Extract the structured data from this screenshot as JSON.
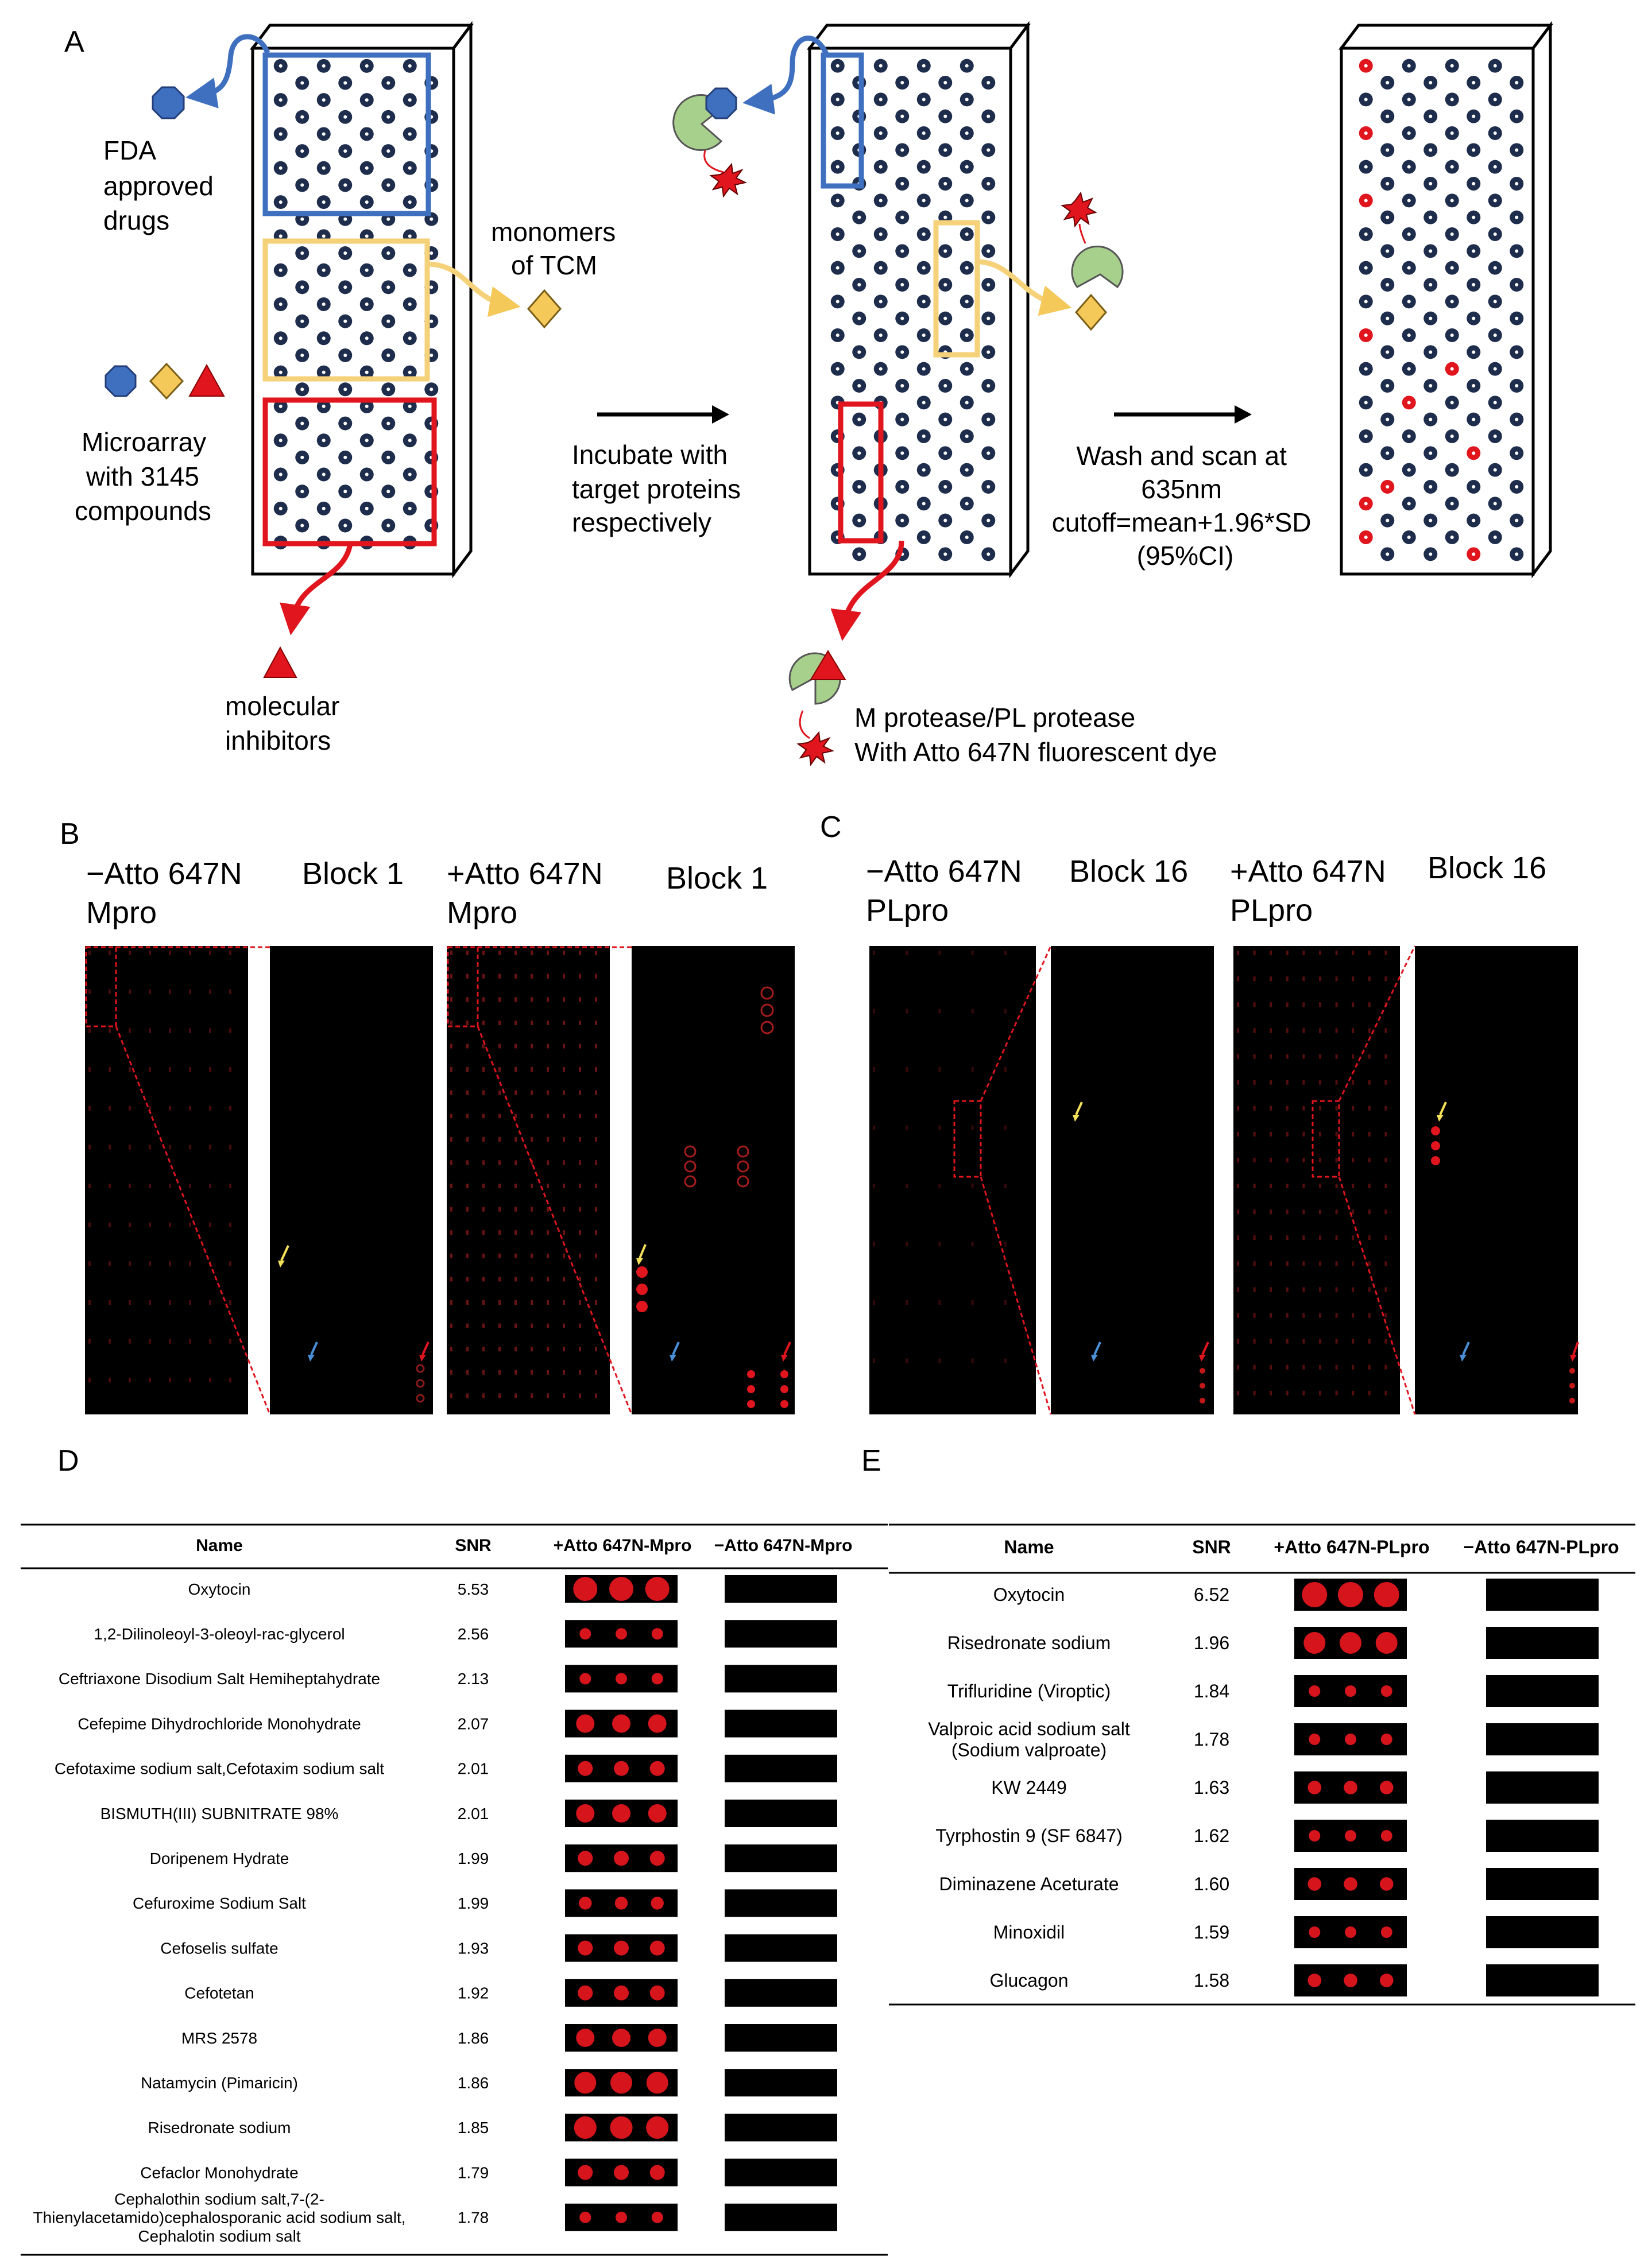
{
  "panel_a": {
    "letter": "A",
    "fda_label": [
      "FDA",
      "approved",
      "drugs"
    ],
    "tcm_label": [
      "monomers",
      "of TCM"
    ],
    "microarray_label": [
      "Microarray",
      "with 3145",
      "compounds"
    ],
    "inhibitor_label": [
      "molecular",
      "inhibitors"
    ],
    "incubate_label": [
      "Incubate with",
      "target proteins",
      "respectively"
    ],
    "wash_label": [
      "Wash and scan at",
      "635nm",
      "cutoff=mean+1.96*SD",
      "(95%CI)"
    ],
    "protease_label": [
      "M protease/PL protease",
      "With Atto 647N fluorescent dye"
    ]
  },
  "panel_b": {
    "letter": "B",
    "neg_label": [
      "−Atto 647N",
      "Mpro"
    ],
    "neg_block": "Block 1",
    "pos_label": [
      "+Atto 647N",
      "Mpro"
    ],
    "pos_block": "Block 1"
  },
  "panel_c": {
    "letter": "C",
    "neg_label": [
      "−Atto 647N",
      "PLpro"
    ],
    "neg_block": "Block 16",
    "pos_label": [
      "+Atto 647N",
      "PLpro"
    ],
    "pos_block": "Block 16"
  },
  "panel_d": {
    "letter": "D",
    "headers": [
      "Name",
      "SNR",
      "+Atto 647N-Mpro",
      "−Atto 647N-Mpro"
    ],
    "rows": [
      {
        "name": [
          "Oxytocin"
        ],
        "snr": "5.53",
        "spot": 3
      },
      {
        "name": [
          "1,2-Dilinoleoyl-3-oleoyl-rac-glycerol"
        ],
        "snr": "2.56",
        "spot": 1
      },
      {
        "name": [
          "Ceftriaxone Disodium Salt Hemiheptahydrate"
        ],
        "snr": "2.13",
        "spot": 1
      },
      {
        "name": [
          "Cefepime Dihydrochloride Monohydrate"
        ],
        "snr": "2.07",
        "spot": 2
      },
      {
        "name": [
          "Cefotaxime sodium salt,Cefotaxim sodium salt"
        ],
        "snr": "2.01",
        "spot": 1.5
      },
      {
        "name": [
          "BISMUTH(III) SUBNITRATE  98%"
        ],
        "snr": "2.01",
        "spot": 2
      },
      {
        "name": [
          "Doripenem Hydrate"
        ],
        "snr": "1.99",
        "spot": 1.5
      },
      {
        "name": [
          "Cefuroxime Sodium Salt"
        ],
        "snr": "1.99",
        "spot": 1.2
      },
      {
        "name": [
          "Cefoselis sulfate"
        ],
        "snr": "1.93",
        "spot": 1.5
      },
      {
        "name": [
          "Cefotetan"
        ],
        "snr": "1.92",
        "spot": 1.5
      },
      {
        "name": [
          "MRS 2578"
        ],
        "snr": "1.86",
        "spot": 2
      },
      {
        "name": [
          "Natamycin (Pimaricin)"
        ],
        "snr": "1.86",
        "spot": 2.5
      },
      {
        "name": [
          "Risedronate sodium"
        ],
        "snr": "1.85",
        "spot": 2.6
      },
      {
        "name": [
          "Cefaclor Monohydrate"
        ],
        "snr": "1.79",
        "spot": 1.5
      },
      {
        "name": [
          "Cephalothin sodium salt,7-(2-",
          "Thienylacetamido)cephalosporanic acid sodium salt,",
          "Cephalotin sodium salt"
        ],
        "snr": "1.78",
        "spot": 1
      }
    ]
  },
  "panel_e": {
    "letter": "E",
    "headers": [
      "Name",
      "SNR",
      "+Atto 647N-PLpro",
      "−Atto 647N-PLpro"
    ],
    "rows": [
      {
        "name": [
          "Oxytocin"
        ],
        "snr": "6.52",
        "spot": 3
      },
      {
        "name": [
          "Risedronate sodium"
        ],
        "snr": "1.96",
        "spot": 2.5
      },
      {
        "name": [
          "Trifluridine (Viroptic)"
        ],
        "snr": "1.84",
        "spot": 1
      },
      {
        "name": [
          "Valproic acid sodium salt",
          "(Sodium valproate)"
        ],
        "snr": "1.78",
        "spot": 1
      },
      {
        "name": [
          "KW 2449"
        ],
        "snr": "1.63",
        "spot": 1.3
      },
      {
        "name": [
          "Tyrphostin 9 (SF 6847)"
        ],
        "snr": "1.62",
        "spot": 1
      },
      {
        "name": [
          "Diminazene Aceturate"
        ],
        "snr": "1.60",
        "spot": 1.3
      },
      {
        "name": [
          "Minoxidil"
        ],
        "snr": "1.59",
        "spot": 1
      },
      {
        "name": [
          "Glucagon"
        ],
        "snr": "1.58",
        "spot": 1.3
      }
    ]
  }
}
